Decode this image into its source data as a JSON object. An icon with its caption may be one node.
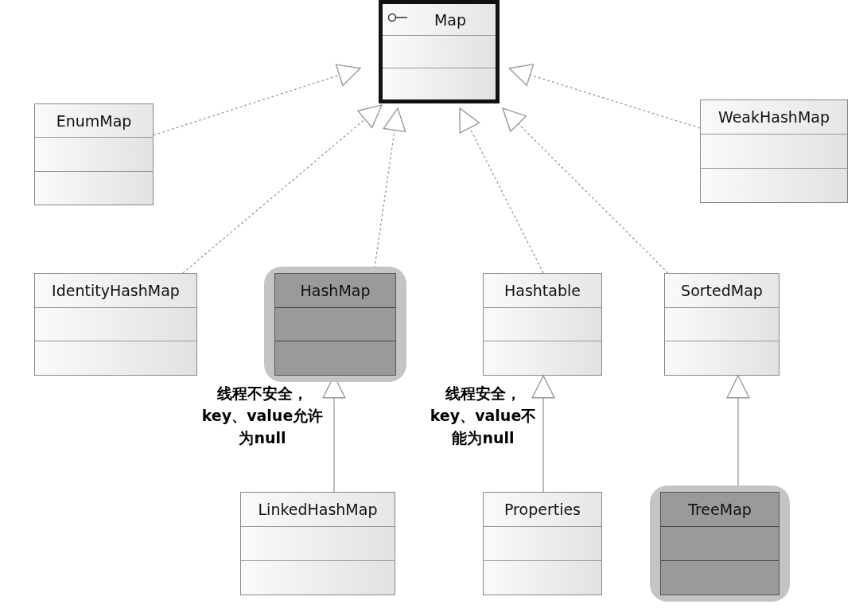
{
  "diagram": {
    "nodes": [
      {
        "text": [
          "Map"
        ]
      },
      {
        "text": [
          "EnumMap"
        ]
      },
      {
        "text": [
          "WeakHashMap"
        ]
      },
      {
        "text": [
          "IdentityHashMap"
        ]
      },
      {
        "text": [
          "HashMap"
        ]
      },
      {
        "text": [
          "Hashtable"
        ]
      },
      {
        "text": [
          "SortedMap"
        ]
      },
      {
        "text": [
          "LinkedHashMap"
        ]
      },
      {
        "text": [
          "Properties"
        ]
      },
      {
        "text": [
          "TreeMap"
        ]
      }
    ],
    "edges": [
      {
        "from": 1,
        "to": 0,
        "arrow": "to",
        "style": "dashed"
      },
      {
        "from": 2,
        "to": 0,
        "arrow": "to",
        "style": "dashed"
      },
      {
        "from": 3,
        "to": 0,
        "arrow": "to",
        "style": "dashed"
      },
      {
        "from": 4,
        "to": 0,
        "arrow": "to",
        "style": "dashed"
      },
      {
        "from": 5,
        "to": 0,
        "arrow": "to",
        "style": "dashed"
      },
      {
        "from": 6,
        "to": 0,
        "arrow": "to",
        "style": "dashed"
      },
      {
        "from": 7,
        "to": 4,
        "arrow": "to"
      },
      {
        "from": 8,
        "to": 5,
        "arrow": "to"
      },
      {
        "from": 9,
        "to": 6,
        "arrow": "to"
      }
    ],
    "labels": [
      "线程不安全，key、value允许为null",
      "线程安全，key、value不能为null"
    ]
  }
}
